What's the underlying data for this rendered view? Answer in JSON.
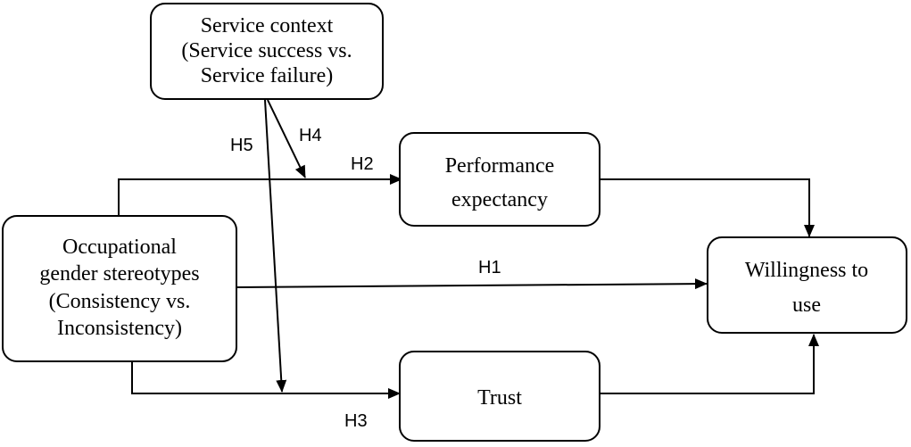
{
  "diagram": {
    "nodes": {
      "service_context": {
        "lines": [
          "Service context",
          "(Service success vs.",
          "Service failure)"
        ]
      },
      "occupational_gender_stereotypes": {
        "lines": [
          "Occupational",
          "gender stereotypes",
          "(Consistency vs.",
          "Inconsistency)"
        ]
      },
      "performance_expectancy": {
        "lines": [
          "Performance",
          "expectancy"
        ]
      },
      "trust": {
        "lines": [
          "Trust"
        ]
      },
      "willingness_to_use": {
        "lines": [
          "Willingness to",
          "use"
        ]
      }
    },
    "edges": [
      {
        "id": "h1",
        "label": "H1",
        "from": "occupational_gender_stereotypes",
        "to": "willingness_to_use"
      },
      {
        "id": "h2",
        "label": "H2",
        "from": "occupational_gender_stereotypes",
        "to": "performance_expectancy"
      },
      {
        "id": "h3",
        "label": "H3",
        "from": "occupational_gender_stereotypes",
        "to": "trust"
      },
      {
        "id": "h4",
        "label": "H4",
        "from": "service_context",
        "to": "h2"
      },
      {
        "id": "h5",
        "label": "H5",
        "from": "service_context",
        "to": "h3"
      },
      {
        "id": "pe_to_wtu",
        "label": "",
        "from": "performance_expectancy",
        "to": "willingness_to_use"
      },
      {
        "id": "trust_to_wtu",
        "label": "",
        "from": "trust",
        "to": "willingness_to_use"
      }
    ]
  }
}
